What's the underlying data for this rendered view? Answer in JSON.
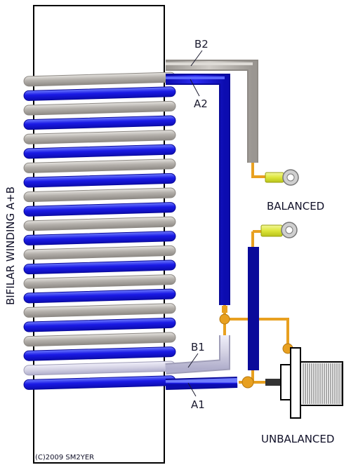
{
  "labels": {
    "side_title": "BIFILAR WINDING A+B",
    "balanced": "BALANCED",
    "unbalanced": "UNBALANCED",
    "a1": "A1",
    "a2": "A2",
    "b1": "B1",
    "b2": "B2",
    "copyright": "(C)2009 SM2YER"
  },
  "colors": {
    "wire_a": "#1a1ae6",
    "wire_b": "#b4b0ab",
    "wire_b1_light": "#d4d2e4",
    "wire_a1_light": "#3a4ff0",
    "feed": "#e8a020",
    "lug": "#dde63a",
    "former_outline": "#000000",
    "connector_body": "#ffffff",
    "connector_thread": "#555555"
  },
  "winding": {
    "turns_total": 22,
    "pattern": "alternating A (blue) and B (grey)"
  }
}
